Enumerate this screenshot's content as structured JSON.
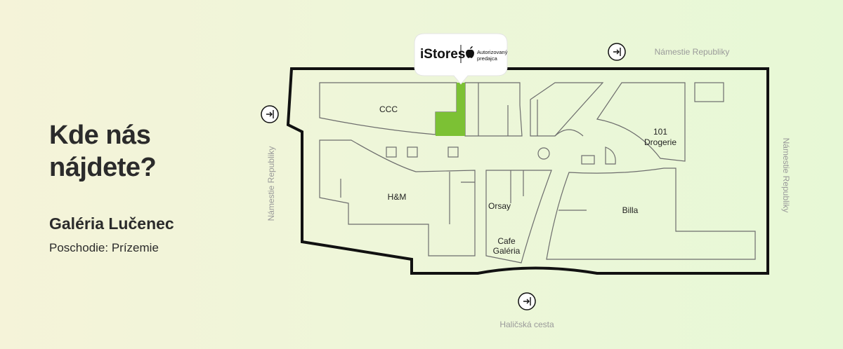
{
  "heading": "Kde nás\nnájdete?",
  "mall_name": "Galéria Lučenec",
  "floor": "Poschodie: Prízemie",
  "streets": {
    "top": "Námestie Republiky",
    "left": "Námestie Republiky",
    "right": "Námestie Republiky",
    "bottom": "Haličská cesta"
  },
  "stores": {
    "ccc": "CCC",
    "hm": "H&M",
    "orsay": "Orsay",
    "cafe_line1": "Cafe",
    "cafe_line2": "Galéria",
    "billa": "Billa",
    "drogerie_line1": "101",
    "drogerie_line2": "Drogerie"
  },
  "logo": {
    "brand": "iStores",
    "badge_line1": "Autorizovaný",
    "badge_line2": "predajca"
  },
  "icons": {
    "entrance": "entrance-icon",
    "apple": "apple-icon"
  },
  "colors": {
    "highlight": "#7cc134",
    "outline": "#111111",
    "inner_lines": "#6d6d6d"
  }
}
